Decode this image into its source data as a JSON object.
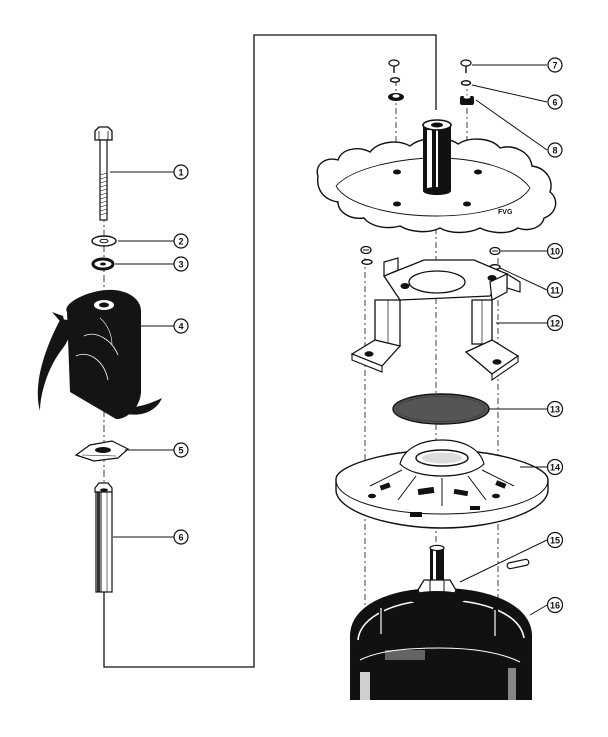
{
  "diagram": {
    "callouts": [
      {
        "id": "1",
        "label": "1"
      },
      {
        "id": "2",
        "label": "2"
      },
      {
        "id": "3",
        "label": "3"
      },
      {
        "id": "4",
        "label": "4"
      },
      {
        "id": "5",
        "label": "5"
      },
      {
        "id": "6",
        "label": "6"
      },
      {
        "id": "7",
        "label": "7"
      },
      {
        "id": "8",
        "label": "6"
      },
      {
        "id": "9",
        "label": "8"
      },
      {
        "id": "10",
        "label": "10"
      },
      {
        "id": "11",
        "label": "11"
      },
      {
        "id": "12",
        "label": "12"
      },
      {
        "id": "13",
        "label": "13"
      },
      {
        "id": "14",
        "label": "14"
      },
      {
        "id": "15",
        "label": "15"
      },
      {
        "id": "16",
        "label": "16"
      }
    ],
    "plate_marking": "FVG",
    "colors": {
      "ink": "#111111",
      "paper": "#ffffff",
      "screen_fill": "#555555"
    }
  }
}
